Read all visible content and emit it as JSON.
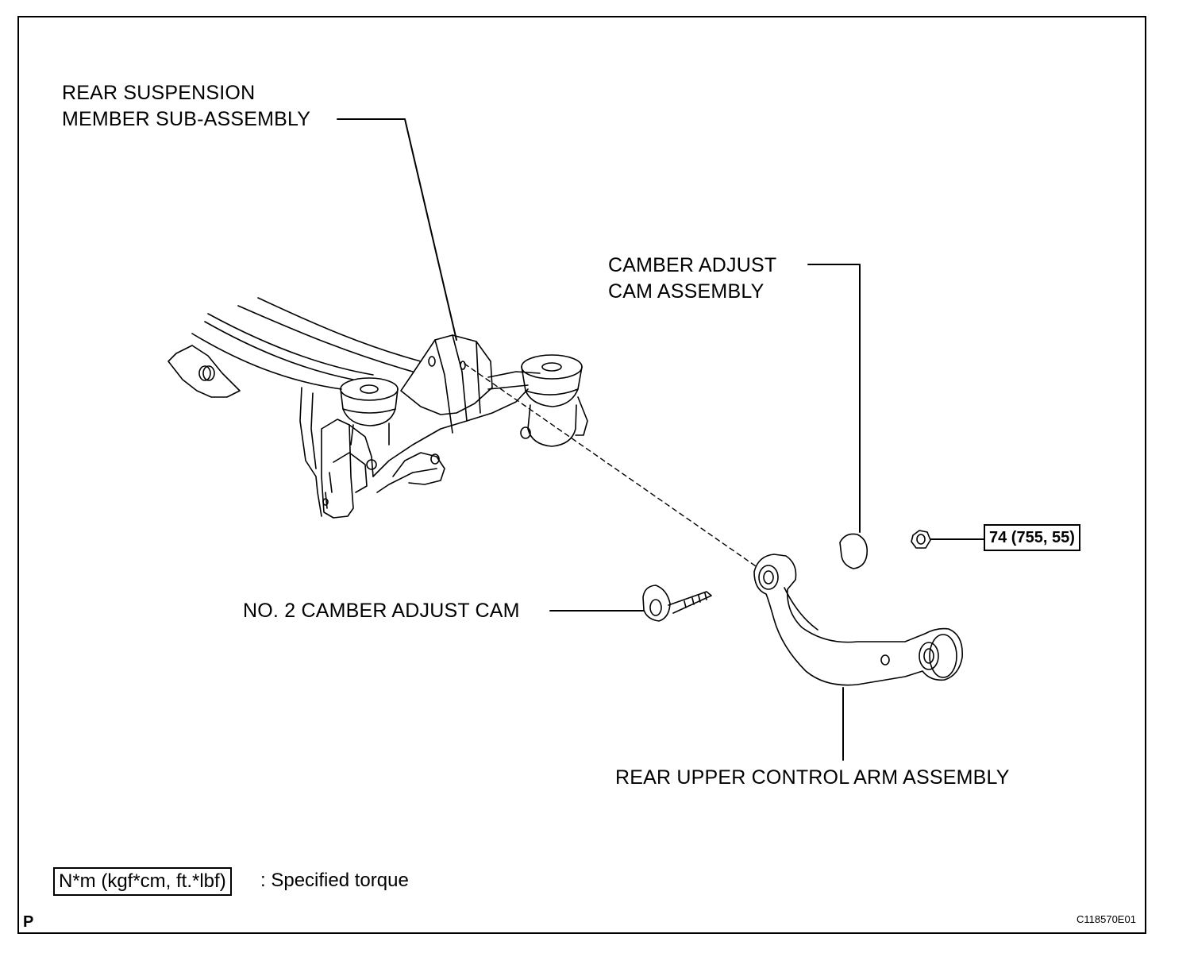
{
  "labels": {
    "rear_suspension_member_line1": "REAR SUSPENSION",
    "rear_suspension_member_line2": "MEMBER SUB-ASSEMBLY",
    "camber_adjust_cam_line1": "CAMBER ADJUST",
    "camber_adjust_cam_line2": "CAM ASSEMBLY",
    "no2_camber_adjust_cam": "NO. 2 CAMBER ADJUST CAM",
    "rear_upper_control_arm": "REAR UPPER CONTROL ARM ASSEMBLY"
  },
  "torque": {
    "value": "74 (755, 55)"
  },
  "legend": {
    "unit_box": "N*m (kgf*cm, ft.*lbf)",
    "description": ": Specified torque"
  },
  "footer": {
    "corner_letter": "P",
    "figure_code": "C118570E01"
  }
}
